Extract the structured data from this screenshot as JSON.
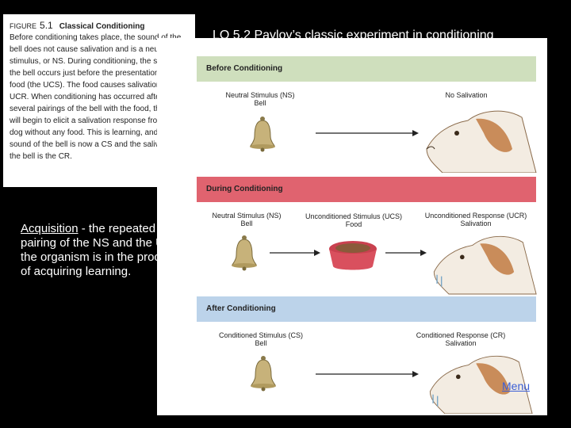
{
  "slide": {
    "title": "LO 5.2   Pavlov’s classic experiment in conditioning"
  },
  "figure": {
    "label": "FIGURE",
    "number": "5.1",
    "title": "Classical Conditioning",
    "caption": "Before conditioning takes place, the sound of the bell does not cause salivation and is a neutral stimulus, or NS. During conditioning, the sound of the bell occurs just before the presentation of the food (the UCS). The food causes salivation, the UCR. When conditioning has occurred after several pairings of the bell with the food, the bell will begin to elicit a salivation response from the dog without any food. This is learning, and the sound of the bell is now a CS and the salivation to the bell is the CR."
  },
  "diagram": {
    "before": {
      "heading": "Before Conditioning",
      "stimulus": "Neutral Stimulus (NS)",
      "stimulus_sub": "Bell",
      "response": "No Salivation"
    },
    "during": {
      "heading": "During Conditioning",
      "stimulus": "Neutral Stimulus (NS)",
      "stimulus_sub": "Bell",
      "ucs": "Unconditioned Stimulus (UCS)",
      "ucs_sub": "Food",
      "ucr": "Unconditioned Response (UCR)",
      "ucr_sub": "Salivation"
    },
    "after": {
      "heading": "After Conditioning",
      "stimulus": "Conditioned Stimulus (CS)",
      "stimulus_sub": "Bell",
      "response": "Conditioned Response (CR)",
      "response_sub": "Salivation"
    },
    "colors": {
      "before_band": "#cfdfbd",
      "during_band": "#e0636f",
      "after_band": "#bcd3ea"
    }
  },
  "acquisition": {
    "term": "Acquisition",
    "definition": " - the repeated pairing of the NS and the UCS;",
    "line2": "the organism is in the process of acquiring learning."
  },
  "nav": {
    "menu_label": "Menu"
  }
}
